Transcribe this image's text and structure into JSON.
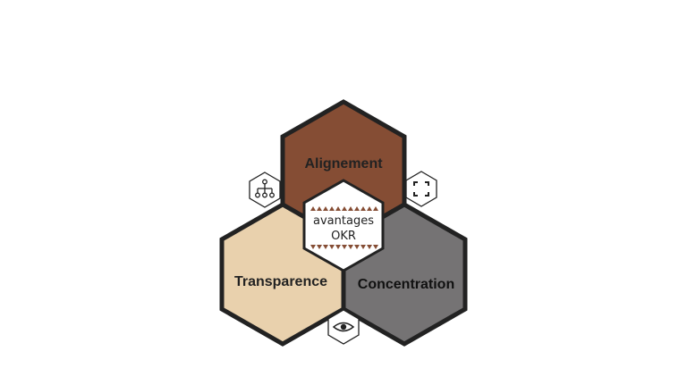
{
  "diagram": {
    "center": {
      "line1": "avantages",
      "line2": "OKR"
    },
    "segments": [
      {
        "id": "alignement",
        "label": "Alignement",
        "color": "#854d34",
        "text_color": "#222222"
      },
      {
        "id": "transparence",
        "label": "Transparence",
        "color": "#e9d1ad",
        "text_color": "#222222"
      },
      {
        "id": "concentration",
        "label": "Concentration",
        "color": "#757374",
        "text_color": "#111111"
      }
    ],
    "icons": [
      {
        "name": "hierarchy-icon"
      },
      {
        "name": "focus-frame-icon"
      },
      {
        "name": "eye-icon"
      }
    ],
    "colors": {
      "outline": "#222222",
      "accent_triangles": "#854d34"
    }
  }
}
